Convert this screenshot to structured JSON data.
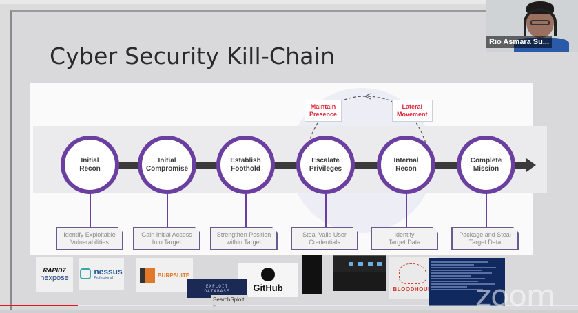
{
  "slide": {
    "title": "Cyber Security Kill-Chain"
  },
  "kill_chain": {
    "stages": [
      {
        "label": "Initial\nRecon",
        "description": "Identify Exploitable\nVulnerabilities"
      },
      {
        "label": "Initial\nCompromise",
        "description": "Gain Initial Access\nInto Target"
      },
      {
        "label": "Establish\nFoothold",
        "description": "Strengthen Position\nwithin Target"
      },
      {
        "label": "Escalate\nPrivileges",
        "description": "Steal Valid User\nCredentials"
      },
      {
        "label": "Internal\nRecon",
        "description": "Identify\nTarget Data"
      },
      {
        "label": "Complete\nMission",
        "description": "Package and Steal\nTarget Data"
      }
    ],
    "loop_notes": [
      {
        "label": "Maintain\nPresence"
      },
      {
        "label": "Lateral\nMovement"
      }
    ],
    "colors": {
      "circle_ring": "#6a3fa0",
      "loop_note_text": "#e0283a",
      "timeline": "#3a3a3a"
    }
  },
  "tools": {
    "rapid7": {
      "brand": "RAPID7",
      "product": "nexpose"
    },
    "nessus": {
      "name": "nessus",
      "edition": "Professional"
    },
    "burp": {
      "name": "BURPSUITE"
    },
    "exploitdb": {
      "line1": "EXPLOIT",
      "line2": "DATABASE",
      "caption": "SearchSploit –"
    },
    "github": {
      "name": "GitHub"
    },
    "bloodhound": {
      "name": "BLOODHOUN"
    }
  },
  "meeting": {
    "participant_name": "Rio Asmara Su...",
    "watermark": "zoom",
    "progress_fraction": 0.135,
    "progress_color": "#e8161c"
  }
}
